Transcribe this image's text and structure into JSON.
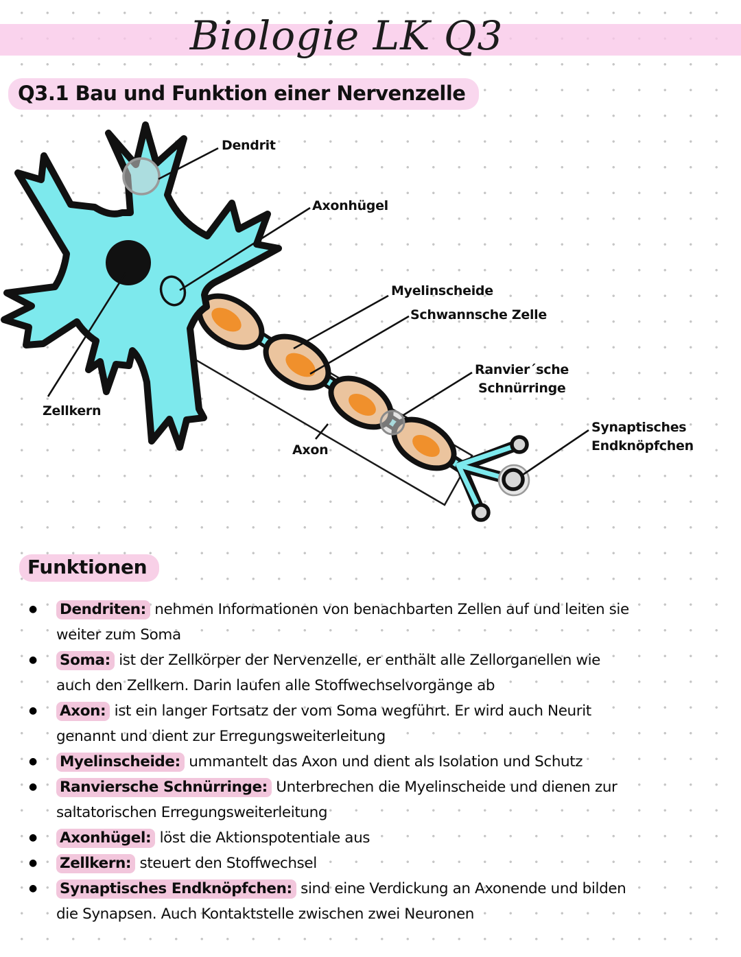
{
  "page": {
    "banner_title": "Biologie LK Q3",
    "heading": "Q3.1 Bau und Funktion einer Nervenzelle"
  },
  "colors": {
    "banner_pink": "#F8C6E8",
    "heading_highlight": "#F9D7EE",
    "keyword_highlight": "#F2C6DC",
    "cell_body_cyan": "#7DE9ED",
    "myelin_tan": "#EBC49E",
    "schwann_nucleus_orange": "#F0902C",
    "nucleus_black": "#111111",
    "end_knob_grey": "#D6D6D6"
  },
  "diagram": {
    "labels": {
      "dendrit": "Dendrit",
      "axonhuegel": "Axonhügel",
      "myelinscheide": "Myelinscheide",
      "schwannsche_zelle": "Schwannsche Zelle",
      "ranviersche_line1": "Ranvier´sche",
      "ranviersche_line2": "Schnürringe",
      "zellkern": "Zellkern",
      "axon": "Axon",
      "synaptisches_line1": "Synaptisches",
      "synaptisches_line2": "Endknöpfchen"
    }
  },
  "functions_section": {
    "heading": "Funktionen",
    "items": [
      {
        "term": "Dendriten:",
        "description": " nehmen Informationen von benachbarten Zellen auf und leiten sie weiter zum Soma"
      },
      {
        "term": "Soma:",
        "description": " ist der Zellkörper der Nervenzelle, er enthält alle Zellorganellen wie auch den Zellkern. Darin laufen alle Stoffwechselvorgänge ab"
      },
      {
        "term": "Axon:",
        "description": " ist ein langer Fortsatz der vom Soma wegführt. Er wird auch Neurit genannt und dient zur Erregungsweiterleitung"
      },
      {
        "term": "Myelinscheide:",
        "description": " ummantelt das Axon und dient als Isolation und Schutz"
      },
      {
        "term": "Ranviersche Schnürringe:",
        "description": " Unterbrechen die Myelinscheide und dienen zur saltatorischen Erregungsweiterleitung"
      },
      {
        "term": "Axonhügel:",
        "description": " löst die Aktionspotentiale aus"
      },
      {
        "term": "Zellkern:",
        "description": " steuert den Stoffwechsel"
      },
      {
        "term": "Synaptisches Endknöpfchen:",
        "description": " sind eine Verdickung an Axonende und bilden die Synapsen. Auch Kontaktstelle zwischen zwei Neuronen"
      }
    ]
  }
}
